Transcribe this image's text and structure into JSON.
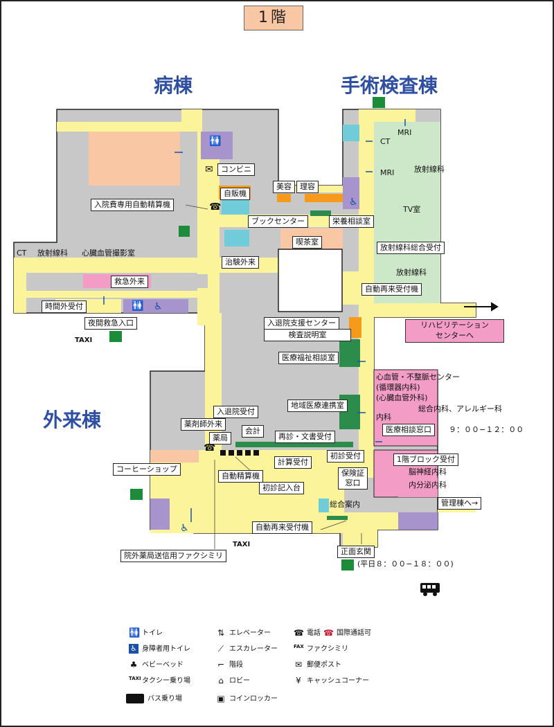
{
  "floor": "1階",
  "buildings": {
    "ward": "病棟",
    "surgery": "手術検査棟",
    "outpatient": "外来棟"
  },
  "labels": {
    "conveni": "コンビニ",
    "vending": "自販機",
    "nyuin_pay": "入院費専用自動精算機",
    "biyou": "美容",
    "riyou": "理容",
    "book": "ブックセンター",
    "eiyou": "栄養相談室",
    "kissa": "喫茶室",
    "rad_reception": "放射線科総合受付",
    "ct_left": "CT",
    "rad_left": "放射線科",
    "cardio_img": "心臓血管撮影室",
    "chiken": "治験外来",
    "kyukyu": "救急外来",
    "jikangai": "時間外受付",
    "yakan": "夜間救急入口",
    "auto_sairai_upper": "自動再来受付機",
    "nyutai_support": "入退院支援センター",
    "kensa_explain": "検査説明室",
    "fukushi": "医療福祉相談室",
    "chiiki": "地域医療連携室",
    "nyutai_uketsuke": "入退院受付",
    "yakuzaishi": "薬剤師外来",
    "kaikei": "会計",
    "yakkyoku": "薬局",
    "saishin": "再診・文書受付",
    "keisan": "計算受付",
    "shoshin": "初診受付",
    "auto_seisan": "自動精算機",
    "coffee": "コーヒーショップ",
    "shoshin_kinyu": "初診記入台",
    "hoken": "保険証\n窓口",
    "sogo_annai": "総合案内",
    "auto_sairai_lower": "自動再来受付機",
    "fax_send": "院外薬局送信用ファクシミリ",
    "main_entrance": "正面玄関",
    "hours": "(平日８：００−１８：００)",
    "mri_top": "MRI",
    "ct_right": "CT",
    "mri_mid": "MRI",
    "rad_right_top": "放射線科",
    "tv": "TV室",
    "rad_right_bottom": "放射線科",
    "rehab": "リハビリテーション\nセンターへ",
    "heart_center_1": "心血管・不整脈センター",
    "heart_center_2": "(循環器内科)",
    "heart_center_3": "(心臓血管外科)",
    "naika": "内科",
    "sogo_naika": "総合内科、アレルギー科",
    "soudan": "医療相談窓口",
    "soudan_hours": "９：００−１２：００",
    "block1": "1階ブロック受付",
    "noushinkei": "脳神経内科",
    "naibunpitsu": "内分泌内科",
    "kanri": "管理棟へ→"
  },
  "legend": [
    {
      "icon": "toilet-icon",
      "label": "トイレ"
    },
    {
      "icon": "accessible-toilet-icon",
      "label": "身障者用トイレ"
    },
    {
      "icon": "baby-bed-icon",
      "label": "ベビーベッド"
    },
    {
      "icon": "taxi-icon",
      "label": "タクシー乗り場"
    },
    {
      "icon": "bus-icon",
      "label": "バス乗り場"
    },
    {
      "icon": "elevator-icon",
      "label": "エレベーター"
    },
    {
      "icon": "escalator-icon",
      "label": "エスカレーター"
    },
    {
      "icon": "stairs-icon",
      "label": "階段"
    },
    {
      "icon": "lobby-icon",
      "label": "ロビー"
    },
    {
      "icon": "coin-locker-icon",
      "label": "コインロッカー"
    },
    {
      "icon": "phone-icon",
      "label": "電話"
    },
    {
      "icon": "intl-phone-icon",
      "label": "国際通話可"
    },
    {
      "icon": "fax-icon",
      "label": "ファクシミリ"
    },
    {
      "icon": "mailbox-icon",
      "label": "郵便ポスト"
    },
    {
      "icon": "atm-icon",
      "label": "キャッシュコーナー"
    }
  ],
  "colors": {
    "corridor": "#fbf49a",
    "room_gray": "#c8c8c8",
    "orange": "#f9c7a3",
    "green_room": "#cce8c8",
    "pink": "#f29cc6",
    "teal": "#70ccd8",
    "purple": "#a894cc",
    "dark_green": "#2c8c4c",
    "accent_orange": "#f59a1a",
    "title_blue": "#2f4fa3"
  }
}
